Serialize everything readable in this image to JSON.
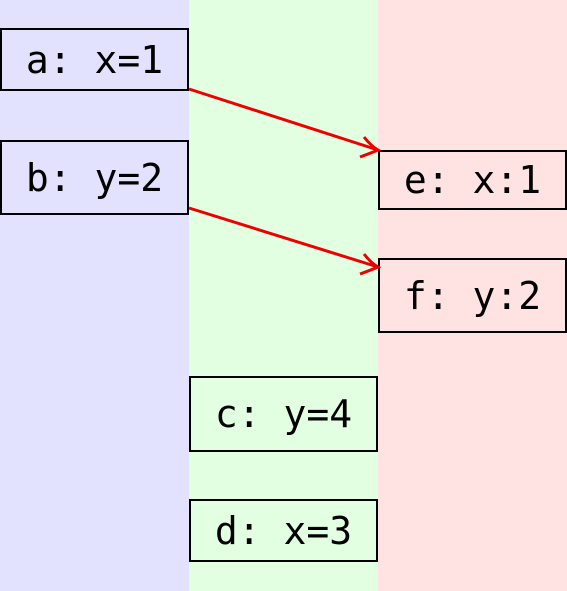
{
  "lanes": [
    {
      "id": "left",
      "color": "#e2e2ff"
    },
    {
      "id": "mid",
      "color": "#e2ffe2"
    },
    {
      "id": "right",
      "color": "#ffe2e2"
    }
  ],
  "nodes": {
    "a": {
      "label": "a: x=1"
    },
    "b": {
      "label": "b: y=2"
    },
    "c": {
      "label": "c: y=4"
    },
    "d": {
      "label": "d: x=3"
    },
    "e": {
      "label": "e: x:1"
    },
    "f": {
      "label": "f: y:2"
    }
  },
  "edges": [
    {
      "from": "a",
      "to": "e"
    },
    {
      "from": "b",
      "to": "f"
    }
  ],
  "colors": {
    "arrow": "#ee0000",
    "border": "#000000"
  }
}
